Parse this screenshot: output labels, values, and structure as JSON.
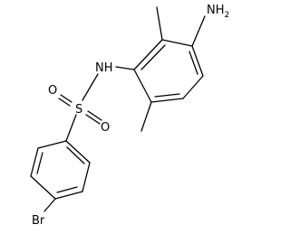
{
  "molecule": {
    "atoms": {
      "amine": "NH2",
      "sulfonamide_nh": "NH",
      "sulfur": "S",
      "oxygen_left": "O",
      "oxygen_bottom": "O",
      "bromine": "Br"
    },
    "colors": {
      "bond": "#000000",
      "label": "#000000",
      "background": "#ffffff"
    }
  }
}
